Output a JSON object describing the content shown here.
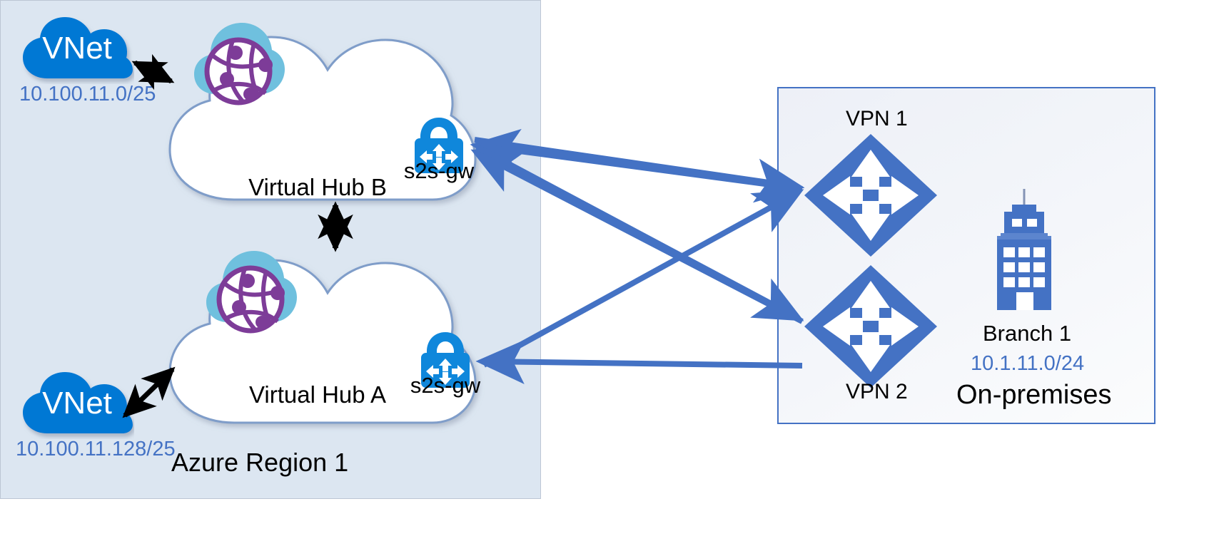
{
  "diagram": {
    "title": "Azure Virtual WAN dual-hub site-to-site VPN topology",
    "colors": {
      "region_fill": "#DCE6F1",
      "region_border": "#BCC6D4",
      "onprem_border": "#4472C4",
      "vnet_blue": "#0078D4",
      "hub_outline": "#7F9DC9",
      "wan_cloud_blue": "#6FC0DE",
      "wan_globe_purple": "#7D3C98",
      "gateway_blue": "#0F87DB",
      "vpn_blue": "#4472C4",
      "tunnel_line": "#4472C4",
      "cidr_text": "#4472C4",
      "peering_arrow": "#000000"
    }
  },
  "region": {
    "label": "Azure Region 1",
    "vnets": [
      {
        "name": "VNet",
        "cidr": "10.100.11.0/25",
        "icon": "cloud-icon"
      },
      {
        "name": "VNet",
        "cidr": "10.100.11.128/25",
        "icon": "cloud-icon"
      }
    ],
    "hubs": [
      {
        "name": "Virtual Hub B",
        "wan_icon": "virtual-wan-globe-icon",
        "gateway": {
          "label": "s2s-gw",
          "icon": "vpn-gateway-lock-icon"
        }
      },
      {
        "name": "Virtual Hub A",
        "wan_icon": "virtual-wan-globe-icon",
        "gateway": {
          "label": "s2s-gw",
          "icon": "vpn-gateway-lock-icon"
        }
      }
    ],
    "hub_peering": {
      "icon": "double-headed-arrow-icon",
      "direction": "bidirectional"
    }
  },
  "onpremises": {
    "label": "On-premises",
    "vpn_devices": [
      {
        "label": "VPN 1",
        "icon": "vpn-device-diamond-icon"
      },
      {
        "label": "VPN 2",
        "icon": "vpn-device-diamond-icon"
      }
    ],
    "branch": {
      "name": "Branch 1",
      "cidr": "10.1.11.0/24",
      "icon": "office-building-icon"
    }
  },
  "tunnels": [
    {
      "from": "Virtual Hub B s2s-gw",
      "to": "VPN 1",
      "type": "site-to-site"
    },
    {
      "from": "Virtual Hub B s2s-gw",
      "to": "VPN 2",
      "type": "site-to-site"
    },
    {
      "from": "Virtual Hub A s2s-gw",
      "to": "VPN 1",
      "type": "site-to-site"
    },
    {
      "from": "Virtual Hub A s2s-gw",
      "to": "VPN 2",
      "type": "site-to-site"
    }
  ]
}
